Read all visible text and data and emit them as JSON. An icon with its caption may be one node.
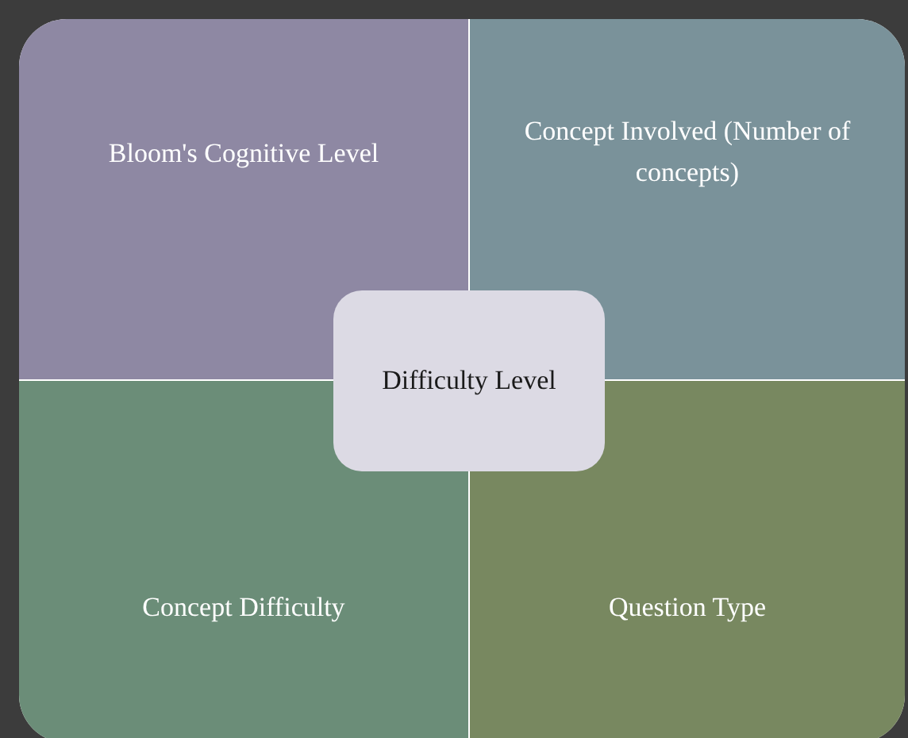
{
  "diagram": {
    "nodes": [
      {
        "text": [
          "Bloom's Cognitive Level"
        ]
      },
      {
        "text": [
          "Concept Involved (Number of concepts)"
        ]
      },
      {
        "text": [
          "Concept Difficulty"
        ]
      },
      {
        "text": [
          "Question Type"
        ]
      },
      {
        "text": [
          "Difficulty Level"
        ]
      }
    ]
  }
}
